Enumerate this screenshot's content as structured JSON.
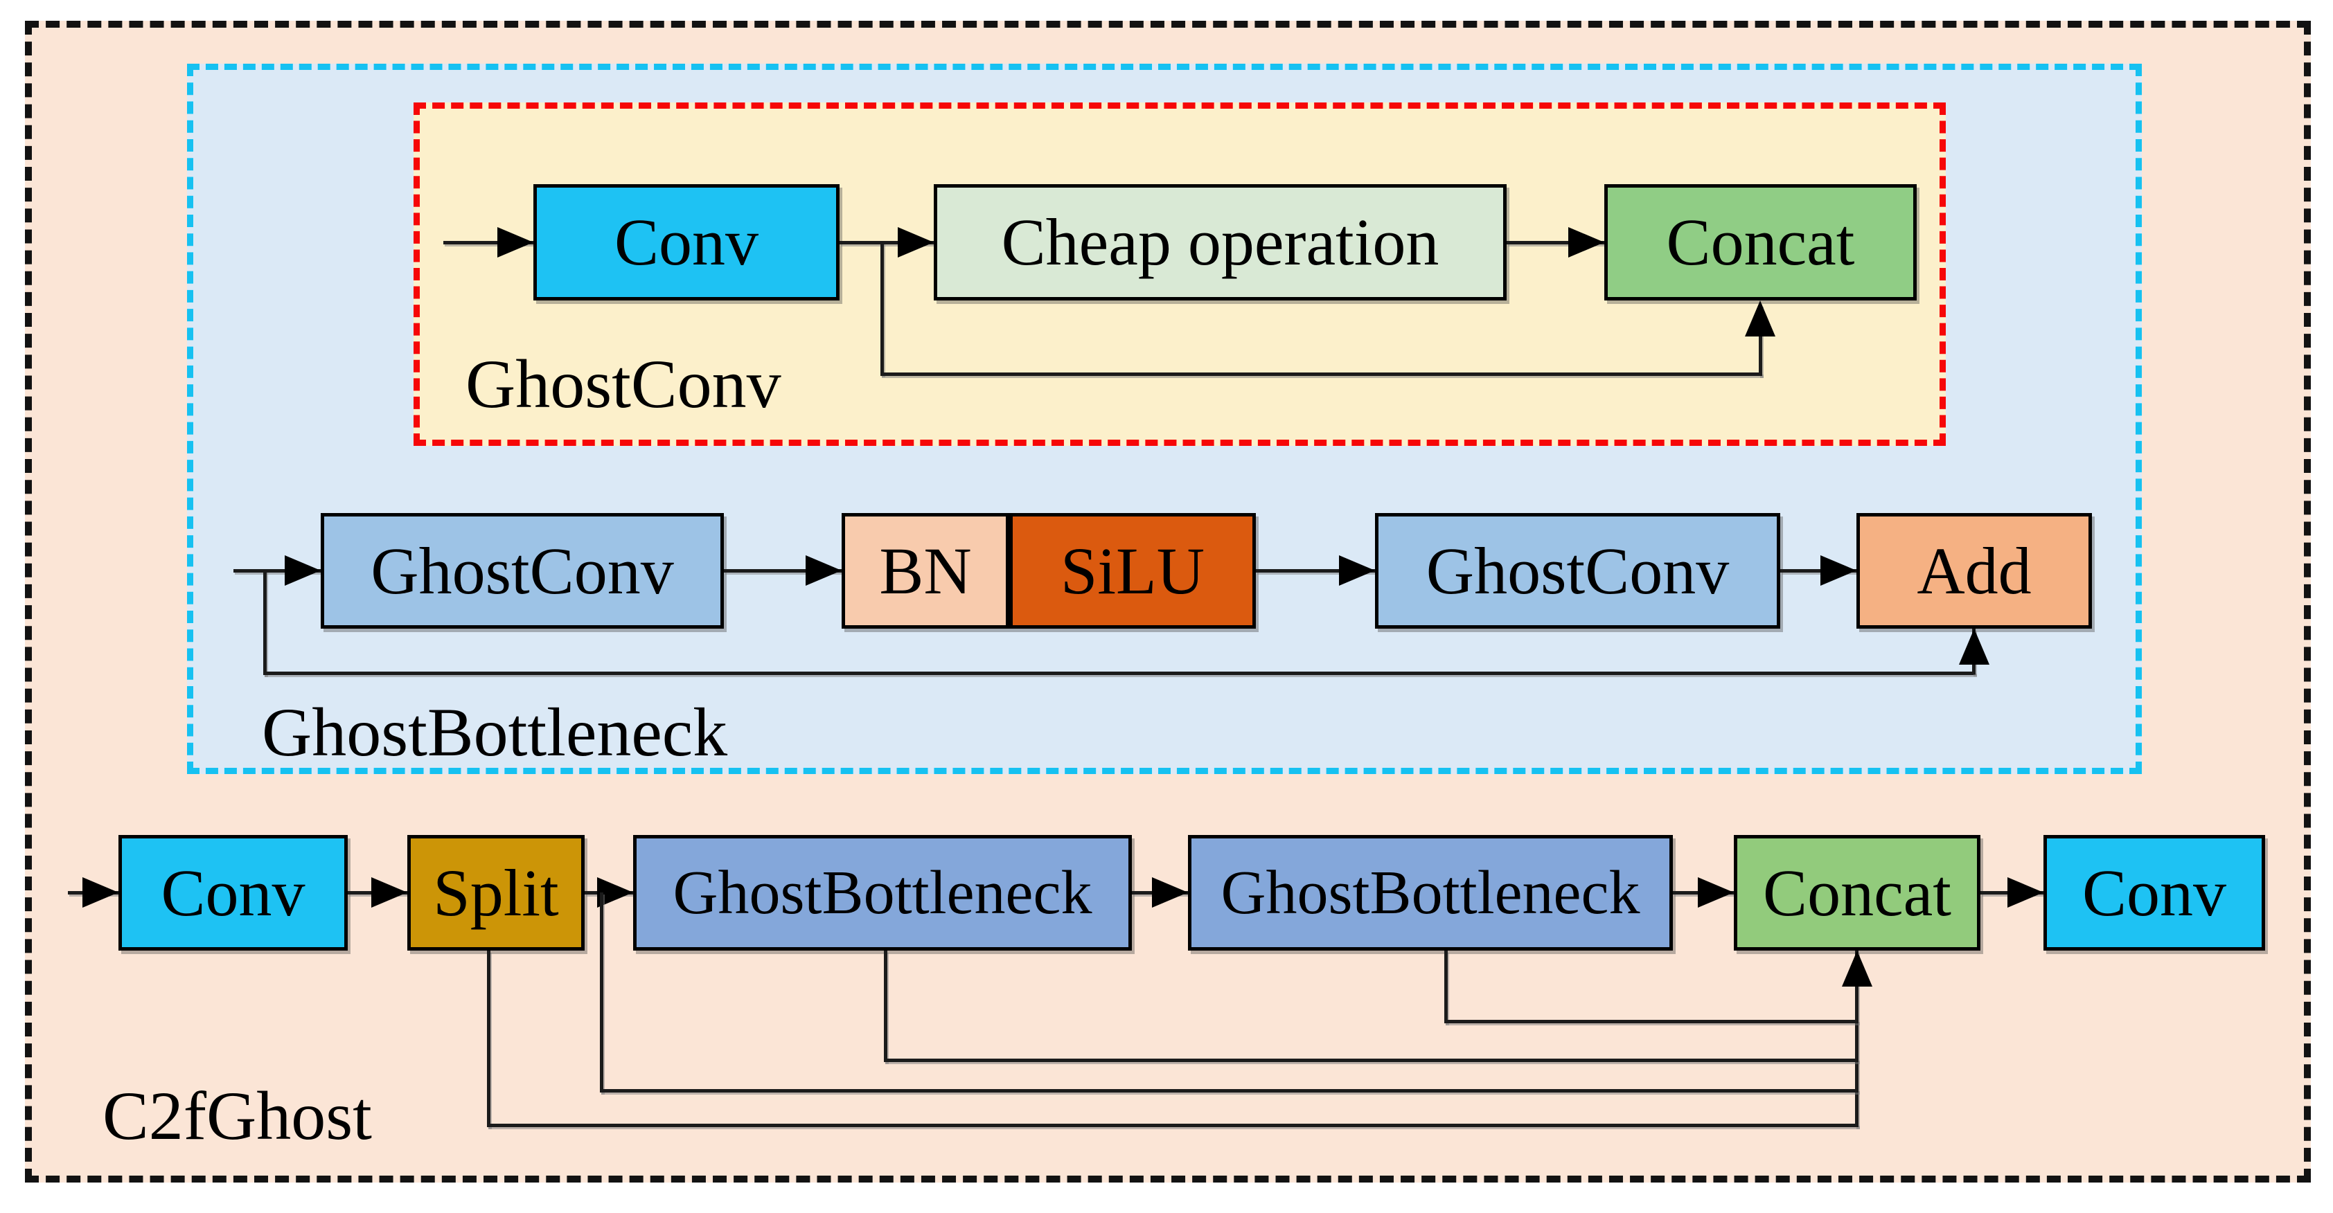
{
  "figure": {
    "type": "architecture-diagram",
    "description": "C2fGhost module structure with nested GhostBottleneck and GhostConv sub-modules"
  },
  "groups": {
    "inner": {
      "label": "GhostConv"
    },
    "middle": {
      "label": "GhostBottleneck"
    },
    "outer": {
      "label": "C2fGhost"
    }
  },
  "rows": {
    "ghostconv": [
      {
        "label": "Conv"
      },
      {
        "label": "Cheap operation"
      },
      {
        "label": "Concat"
      }
    ],
    "ghostbottleneck": [
      {
        "label": "GhostConv"
      },
      {
        "label": "BN"
      },
      {
        "label": "SiLU"
      },
      {
        "label": "GhostConv"
      },
      {
        "label": "Add"
      }
    ],
    "c2fghost": [
      {
        "label": "Conv"
      },
      {
        "label": "Split"
      },
      {
        "label": "GhostBottleneck"
      },
      {
        "label": "GhostBottleneck"
      },
      {
        "label": "Concat"
      },
      {
        "label": "Conv"
      }
    ]
  },
  "colors": {
    "outer_bg": "#FBE5D6",
    "middle_bg": "#DBE9F6",
    "inner_bg": "#FCF0CB",
    "outer_border": "#121212",
    "middle_border": "#16C1F1",
    "inner_border": "#F60708",
    "conv_cyan": "#1EC2F3",
    "cheap_green": "#D9E9D5",
    "concat_green_top": "#90CD85",
    "ghostconv_blue": "#9DC3E6",
    "bn_peach": "#F8CBAD",
    "silu_orange": "#DB5A0F",
    "add_orange": "#F5B183",
    "split_gold": "#CC9507",
    "bottleneck_blue": "#84A7DA",
    "concat_green_bottom": "#92CB7C",
    "line_black": "#1B1B1B"
  }
}
